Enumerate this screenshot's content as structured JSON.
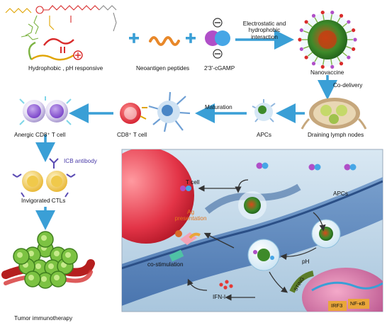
{
  "top_row": {
    "polymer_label": "Hydrophobic , pH responsive",
    "peptide_label": "Neoantigen peptides",
    "cgamp_label": "2'3'-cGAMP",
    "interaction_label": "Electrostatic and hydrophobic interaction",
    "nanovaccine_label": "Nanovaccine"
  },
  "right_column": {
    "codelivery_label": "Co-delivery",
    "lymph_label": "Draining lymph nodes"
  },
  "middle_row": {
    "apcs_label": "APCs",
    "maturation_label": "Maturation",
    "cd8_label": "CD8⁺ T cell",
    "anergic_label": "Anergic CD8⁺ T cell"
  },
  "left_column": {
    "icb_label": "ICB antibody",
    "invigorated_label": "Invigorated CTLs",
    "tumor_label": "Tumor immunotherapy"
  },
  "panel": {
    "tcell_label": "T cell",
    "apcs_label": "APCs",
    "ag_label": "Ag presentation",
    "costim_label": "co-stimulation",
    "ph_label": "pH",
    "ifn_label": "IFN-I",
    "sting_label": "STING",
    "irf3_label": "IRF3",
    "nfkb_label": "NF-κB"
  },
  "colors": {
    "arrow_blue": "#3a9fd6",
    "panel_bg": "#b9d3e6",
    "tcell_red": "#e23b4b",
    "polymer_red": "#d92b2b"
  }
}
